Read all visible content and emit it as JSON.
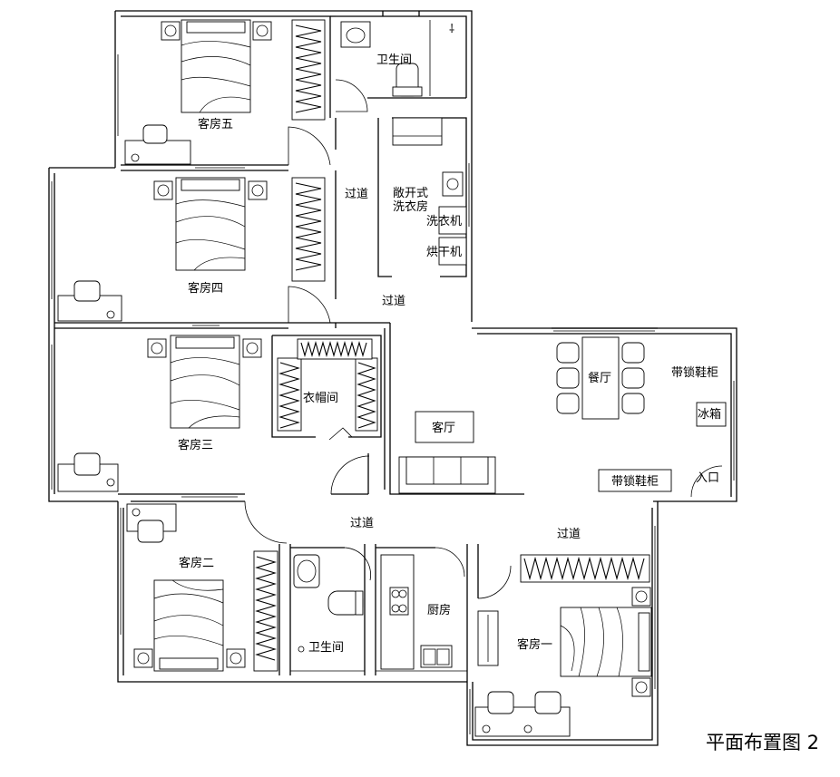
{
  "plan_title": "平面布置图 2",
  "rooms": {
    "guest5": "客房五",
    "guest4": "客房四",
    "guest3": "客房三",
    "guest2": "客房二",
    "guest1": "客房一",
    "bath_top": "卫生间",
    "bath_bottom": "卫生间",
    "laundry_line1": "敞开式",
    "laundry_line2": "洗衣房",
    "washer": "洗衣机",
    "dryer": "烘干机",
    "cloakroom": "衣帽间",
    "living": "客厅",
    "dining": "餐厅",
    "kitchen": "厨房",
    "shoe_cabinet_right": "带锁鞋柜",
    "shoe_cabinet_bottom": "带锁鞋柜",
    "fridge": "冰箱",
    "entrance": "入口"
  },
  "corridors": {
    "corridor_top": "过道",
    "corridor_mid": "过道",
    "corridor_lower": "过道",
    "corridor_right": "过道"
  }
}
